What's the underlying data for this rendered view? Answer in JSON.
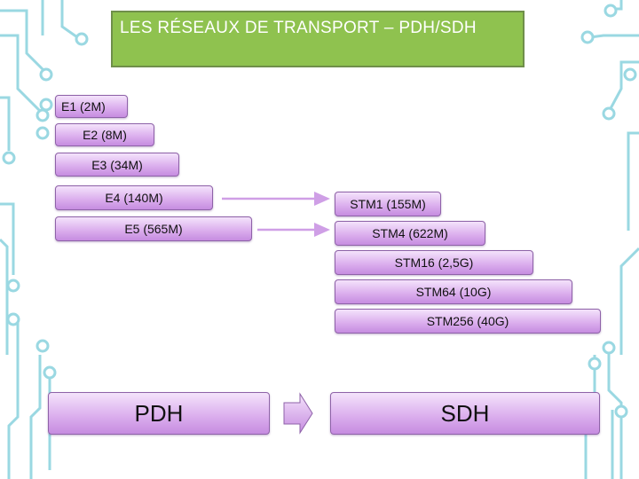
{
  "slide": {
    "title": "LES RÉSEAUX DE TRANSPORT – PDH/SDH"
  },
  "pdh": {
    "levels": [
      "E1 (2M)",
      "E2 (8M)",
      "E3 (34M)",
      "E4 (140M)",
      "E5 (565M)"
    ],
    "label": "PDH"
  },
  "sdh": {
    "levels": [
      "STM1 (155M)",
      "STM4 (622M)",
      "STM16 (2,5G)",
      "STM64 (10G)",
      "STM256 (40G)"
    ],
    "label": "SDH"
  },
  "colors": {
    "title_bg": "#8fc24f",
    "bar_light": "#f4e3fb",
    "bar_dark": "#c68ce0",
    "arrow": "#cf9fe6",
    "circuit": "#8fd6e0"
  },
  "icons": [
    "circuit-decoration",
    "right-arrow-icon",
    "block-arrow-icon"
  ]
}
